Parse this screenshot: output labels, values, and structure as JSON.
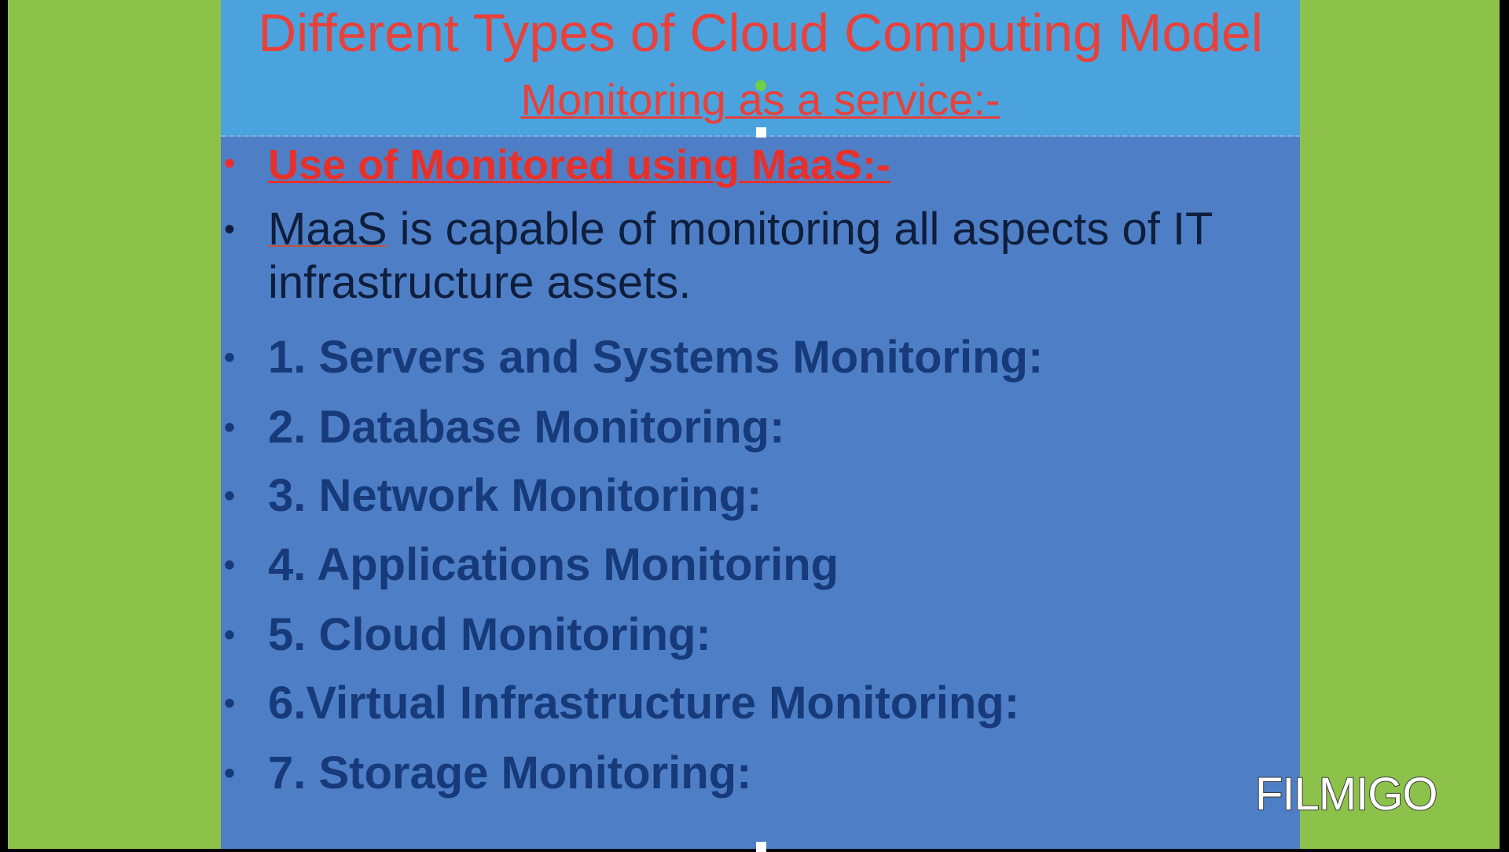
{
  "slide": {
    "title": "Different Types of Cloud Computing Model",
    "subtitle": "Monitoring as a service:-",
    "heading": "Use of Monitored using MaaS:-",
    "intro_word": "MaaS",
    "intro_rest": " is capable of monitoring all aspects of IT infrastructure assets.",
    "items": [
      {
        "label": "1. Servers and Systems Monitoring:"
      },
      {
        "label": "2. Database Monitoring:"
      },
      {
        "label": "3. Network Monitoring:"
      },
      {
        "label": "4. Applications Monitoring"
      },
      {
        "label": "5. Cloud Monitoring:"
      },
      {
        "label": "6.Virtual Infrastructure Monitoring:"
      },
      {
        "label": "7. Storage Monitoring:"
      }
    ],
    "bullet_glyph": "•"
  },
  "watermark": "FILMIGO",
  "colors": {
    "frame": "#8dc24a",
    "slide_body": "#4e7fc6",
    "slide_header": "#4aa3dc",
    "title_red": "#e8413c",
    "item_blue": "#163a7a"
  }
}
